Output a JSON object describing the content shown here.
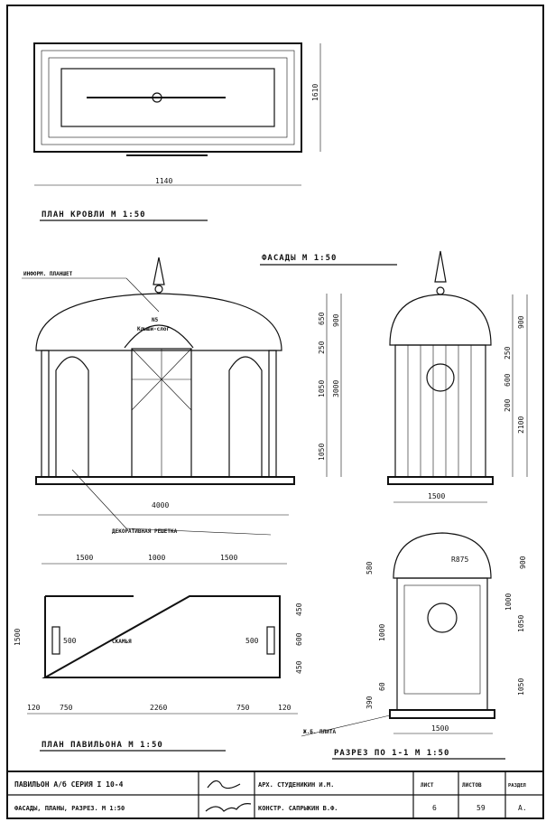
{
  "roof_plan": {
    "title": "ПЛАН КРОВЛИ  М 1:50",
    "dim_width": "1140",
    "dim_height": "1610"
  },
  "facades": {
    "title": "ФАСАДЫ  М 1:50",
    "info_board_label": "ИНФОРМ. ПЛАНШЕТ",
    "board_number": "N5",
    "board_text": "Клыши-слог",
    "decor_label": "ДЕКОРАТИВНАЯ РЕШЕТКА",
    "front_dims": {
      "d1": "650",
      "d2": "250",
      "d3": "900",
      "d4": "1050",
      "total": "3000",
      "d5": "1050",
      "width": "4000"
    },
    "side_dims": {
      "d1": "900",
      "d2": "250",
      "d3": "600",
      "d4": "200",
      "d5": "2100",
      "width": "1500"
    }
  },
  "plan": {
    "title": "ПЛАН ПАВИЛЬОНА  М 1:50",
    "bench_label": "СКАМЬЯ",
    "top_dims": [
      "1500",
      "1000",
      "1500"
    ],
    "left_dim": "1500",
    "right_dims": [
      "450",
      "600",
      "450"
    ],
    "bench_dims": [
      "500",
      "500"
    ],
    "bottom_dims": [
      "120",
      "750",
      "2260",
      "750",
      "120"
    ]
  },
  "section": {
    "title": "РАЗРЕЗ ПО 1-1  М 1:50",
    "radius": "R875",
    "slab_label": "Ж.Б. ПЛИТА",
    "dims": {
      "top_left": "580",
      "top_right": "900",
      "r1": "1000",
      "r2": "1050",
      "l1": "1000",
      "r3": "1050",
      "b1": "390",
      "b2": "60",
      "width": "1500"
    }
  },
  "title_block": {
    "project": "ПАВИЛЬОН  А/б  СЕРИЯ I 10-4",
    "sheet_title": "ФАСАДЫ, ПЛАНЫ, РАЗРЕЗ. М 1:50",
    "architect": "АРХ. СТУДЕНИКИН И.М.",
    "engineer": "КОНСТР. САПРЫКИН В.Ф.",
    "sheet_label": "ЛИСТ",
    "sheets_label": "ЛИСТОВ",
    "section_label": "РАЗДЕЛ",
    "sheet": "6",
    "sheets": "59",
    "section_value": "А."
  }
}
